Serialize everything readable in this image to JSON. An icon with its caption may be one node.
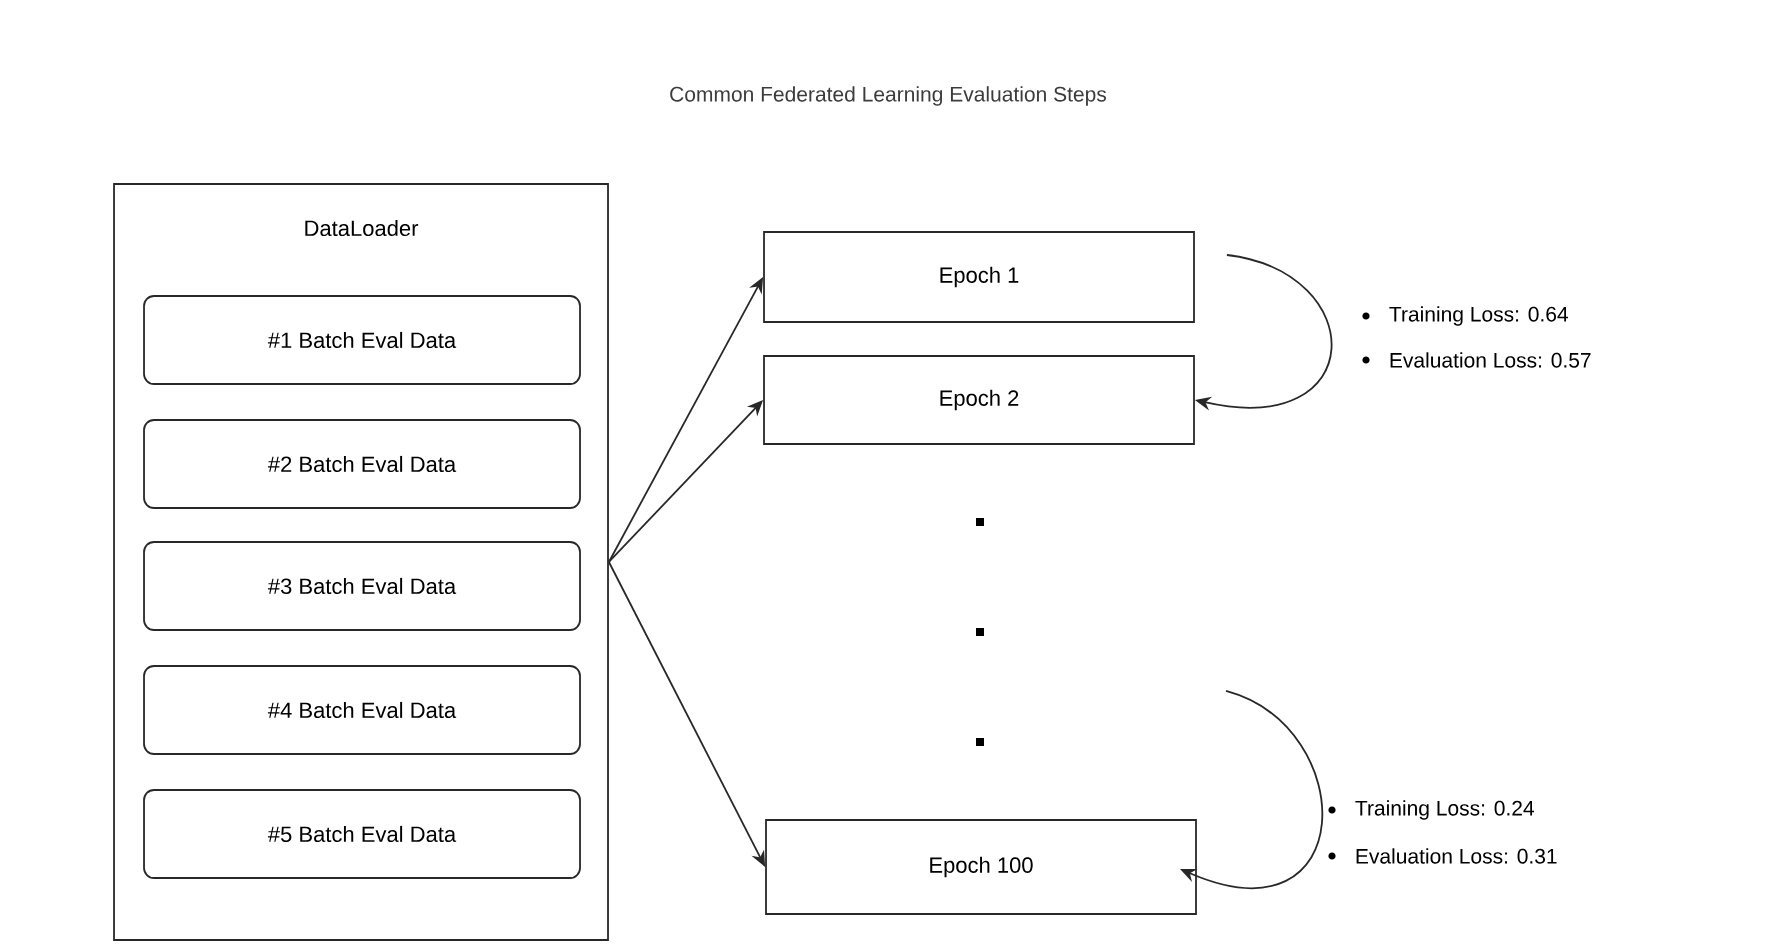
{
  "diagram": {
    "title": "Common Federated Learning Evaluation Steps",
    "nodes": [
      {
        "text": [
          "DataLoader"
        ]
      },
      {
        "text": [
          "#1 Batch Eval Data"
        ],
        "in": 0
      },
      {
        "text": [
          "#2 Batch Eval Data"
        ],
        "in": 0
      },
      {
        "text": [
          "#3 Batch Eval Data"
        ],
        "in": 0
      },
      {
        "text": [
          "#4 Batch Eval Data"
        ],
        "in": 0
      },
      {
        "text": [
          "#5 Batch Eval Data"
        ],
        "in": 0
      },
      {
        "text": [
          "Epoch 1"
        ]
      },
      {
        "text": [
          "Epoch 2"
        ]
      },
      {
        "text": [
          "Epoch 100"
        ]
      }
    ],
    "edges": [
      {
        "from": 0,
        "to": 6,
        "arrow": "to"
      },
      {
        "from": 0,
        "to": 7,
        "arrow": "to"
      },
      {
        "from": 0,
        "to": 8,
        "arrow": "to"
      },
      {
        "from": 6,
        "to": 7,
        "arrow": "to"
      },
      {
        "from": null,
        "to": 8,
        "arrow": "to"
      }
    ],
    "labels": [
      "Training Loss: 0.64",
      "Evaluation Loss: 0.57",
      "Training Loss: 0.24",
      "Evaluation Loss: 0.31"
    ]
  }
}
